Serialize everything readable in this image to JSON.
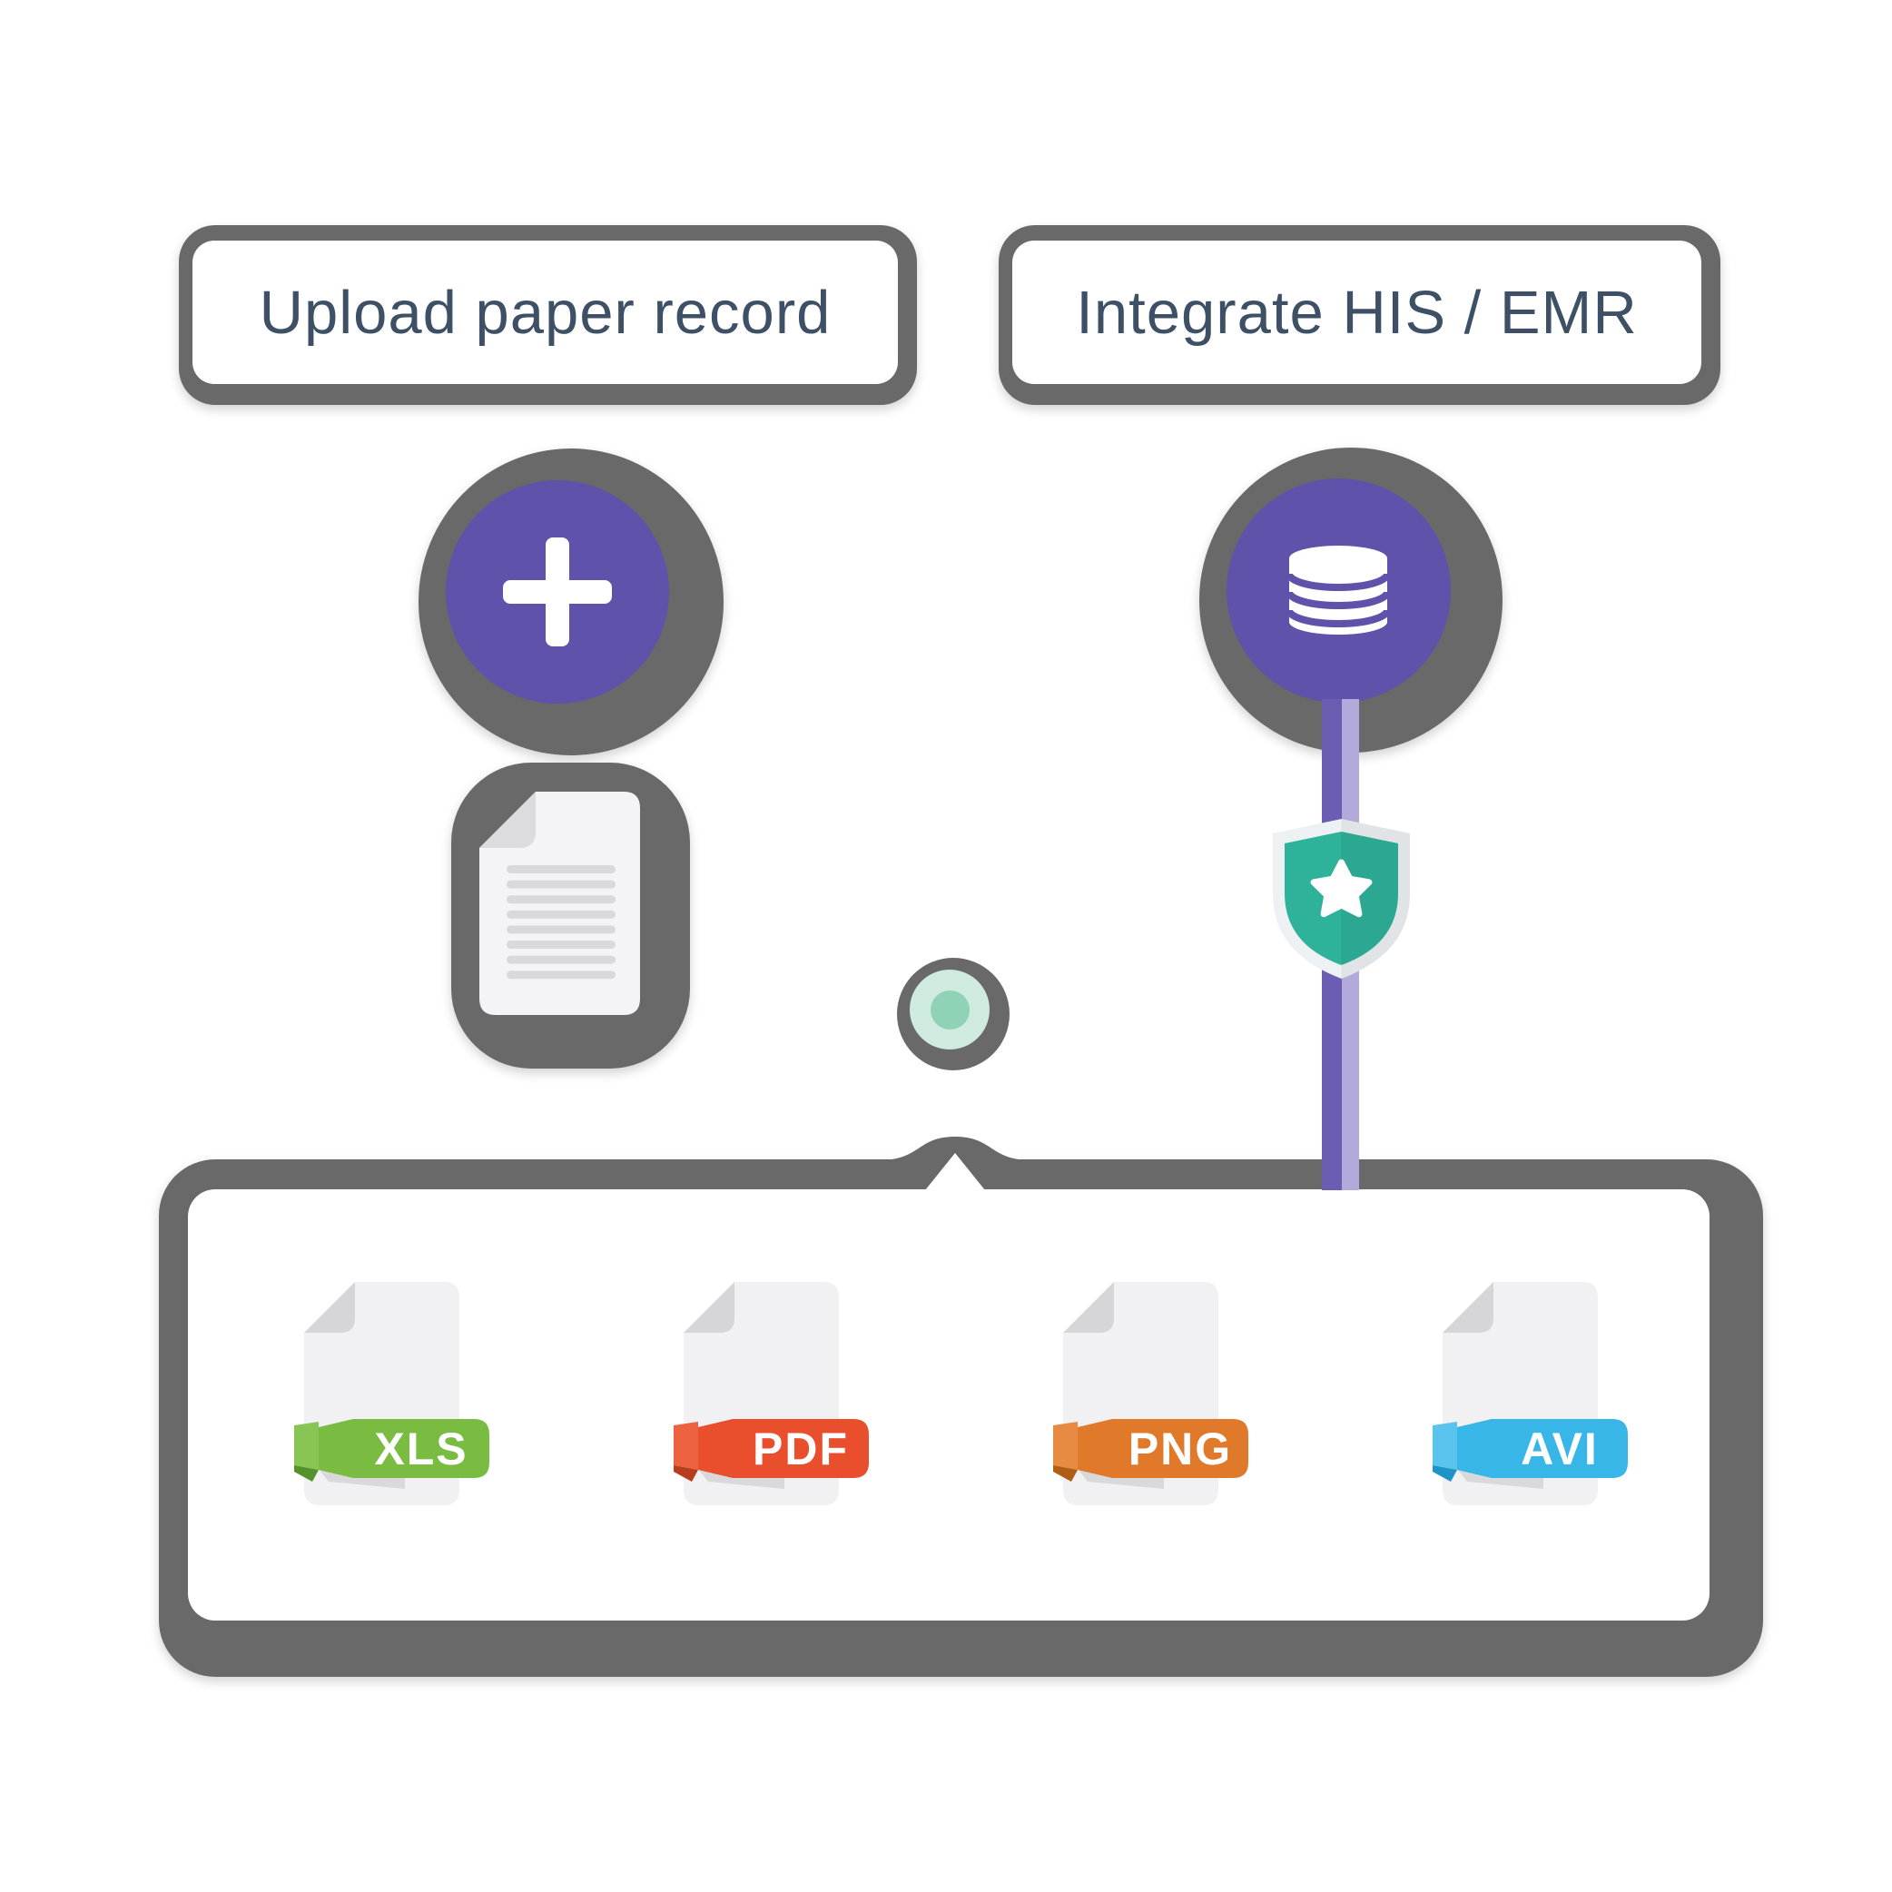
{
  "title_boxes": {
    "left": "Upload paper record",
    "right": "Integrate HIS / EMR"
  },
  "colors": {
    "outline_gray": "#696969",
    "text": "#3e5066",
    "purple": "#5e52aa",
    "line_dark": "#6a5db2",
    "line_light": "#b3aadb",
    "shield_teal": "#2fb29a",
    "shield_border": "#eef1f3",
    "dot_mid": "#cfeade",
    "dot_inner": "#90d2b5",
    "page": "#f1f1f3",
    "page_fold": "#d6d6d9",
    "doc_lines": "#d9d9dc"
  },
  "files": [
    {
      "label": "XLS",
      "band": "#7abc41",
      "strip": "#88c554",
      "fold": "#55922c",
      "shadow": "#d9d9db"
    },
    {
      "label": "PDF",
      "band": "#e94f2d",
      "strip": "#ec6140",
      "fold": "#b63d1e",
      "shadow": "#d9d9db"
    },
    {
      "label": "PNG",
      "band": "#e0792a",
      "strip": "#e78a42",
      "fold": "#b05d16",
      "shadow": "#d9d9db"
    },
    {
      "label": "AVI",
      "band": "#38b6e8",
      "strip": "#5ac4ee",
      "fold": "#1d93c6",
      "shadow": "#d9d9db"
    }
  ]
}
